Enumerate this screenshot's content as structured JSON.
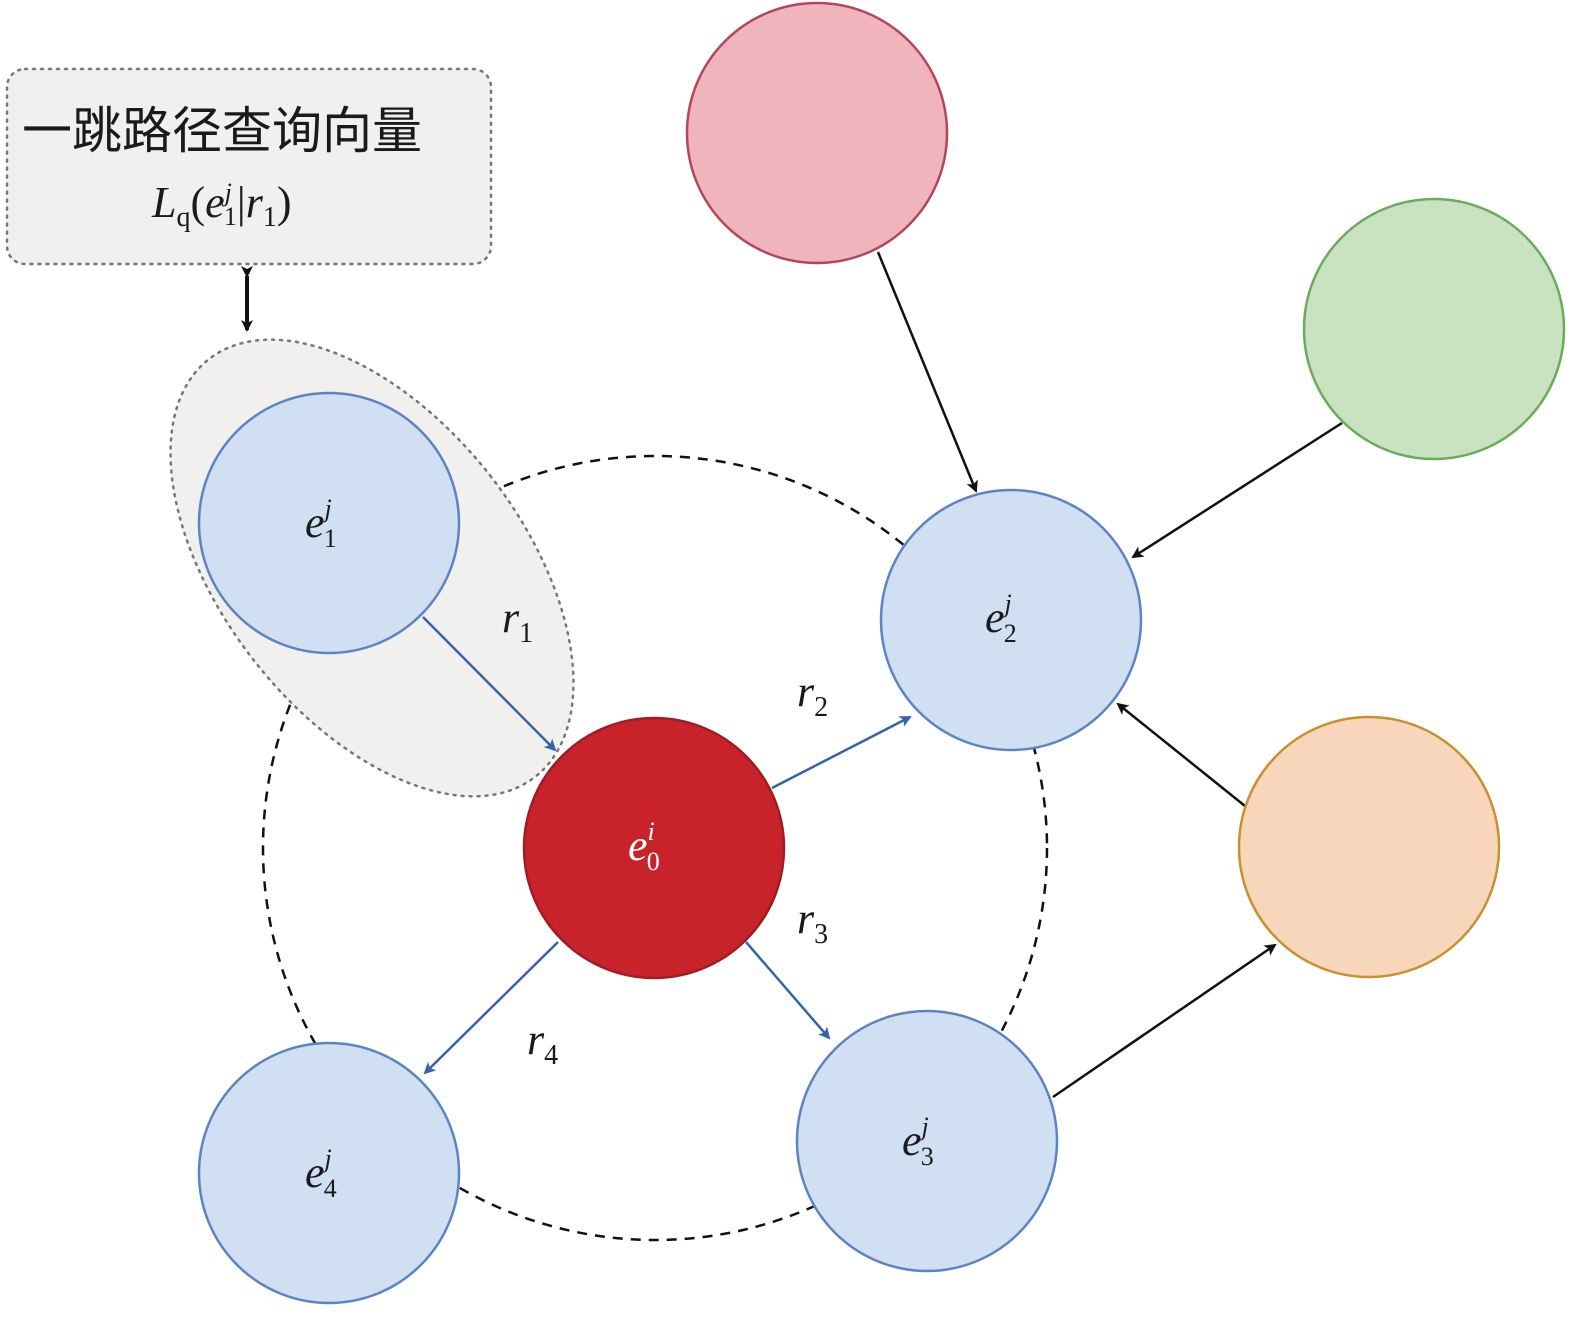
{
  "query_box": {
    "title": "一跳路径查询向量",
    "formula": {
      "L": "L",
      "q": "q",
      "open": "(",
      "e": "e",
      "sup": "j",
      "sub": "1",
      "bar": "|",
      "r": "r",
      "r_sub": "1",
      "close": ")"
    }
  },
  "nodes": {
    "e0": {
      "base": "e",
      "sub": "0",
      "sup": "i",
      "fill": "#c8232a",
      "stroke": "#a11c22"
    },
    "e1": {
      "base": "e",
      "sub": "1",
      "sup": "j",
      "fill": "#d0dff2",
      "stroke": "#5b84c4"
    },
    "e2": {
      "base": "e",
      "sub": "2",
      "sup": "j",
      "fill": "#d0dff2",
      "stroke": "#5b84c4"
    },
    "e3": {
      "base": "e",
      "sub": "3",
      "sup": "j",
      "fill": "#d0dff2",
      "stroke": "#5b84c4"
    },
    "e4": {
      "base": "e",
      "sub": "4",
      "sup": "j",
      "fill": "#d0dff2",
      "stroke": "#5b84c4"
    },
    "pink": {
      "fill": "#f0b4bd",
      "stroke": "#b3475a"
    },
    "green": {
      "fill": "#c9e3c2",
      "stroke": "#6bab5a"
    },
    "orange": {
      "fill": "#f8d6bc",
      "stroke": "#c9902f"
    }
  },
  "edges": {
    "r1": {
      "base": "r",
      "sub": "1"
    },
    "r2": {
      "base": "r",
      "sub": "2"
    },
    "r3": {
      "base": "r",
      "sub": "3"
    },
    "r4": {
      "base": "r",
      "sub": "4"
    }
  },
  "colors": {
    "relation_arrow": "#3565a8",
    "black_arrow": "#111111",
    "highlight_fill": "#f1f0ef",
    "highlight_stroke": "#777777"
  }
}
